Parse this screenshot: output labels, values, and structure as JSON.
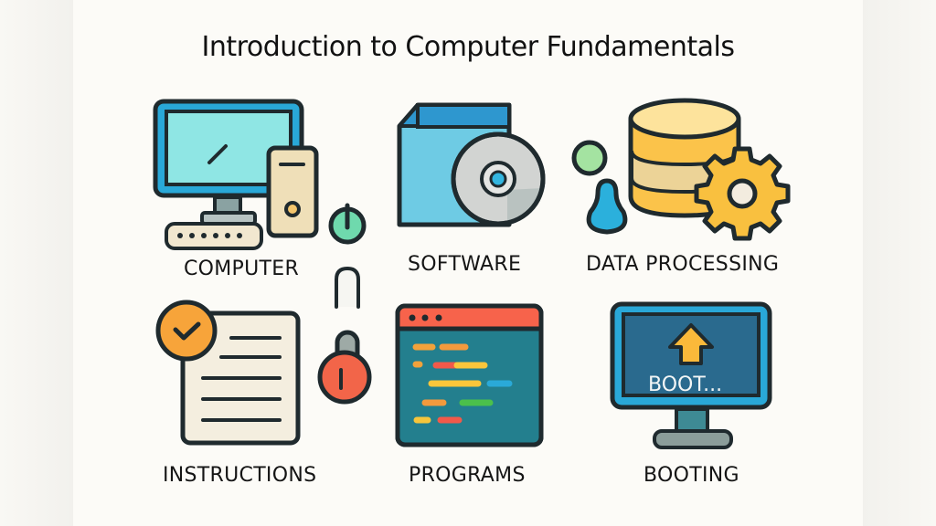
{
  "title": "Introduction to Computer Fundamentals",
  "tiles": [
    {
      "id": "computer",
      "label": "COMPUTER",
      "icon": "desktop-computer-icon"
    },
    {
      "id": "software",
      "label": "SOFTWARE",
      "icon": "software-box-disc-icon"
    },
    {
      "id": "data-processing",
      "label": "DATA PROCESSING",
      "icon": "database-gear-icon"
    },
    {
      "id": "instructions",
      "label": "INSTRUCTIONS",
      "icon": "checklist-document-icon"
    },
    {
      "id": "programs",
      "label": "PROGRAMS",
      "icon": "code-window-icon"
    },
    {
      "id": "booting",
      "label": "BOOTING",
      "icon": "boot-monitor-icon"
    }
  ],
  "boot_screen_text": "BOOT...",
  "decorations": [
    "power-icon",
    "lock-shackle-icon",
    "padlock-icon",
    "green-dot-icon",
    "person-icon"
  ],
  "colors": {
    "outline": "#1f2a2e",
    "monitor_blue": "#29a8d8",
    "screen_cyan": "#8fe6e4",
    "tower_beige": "#efdfb8",
    "box_blue": "#6ecbe4",
    "disc_gray": "#d2d4d2",
    "db_yellow": "#fbc34a",
    "gear_yellow": "#f9c03f",
    "check_orange": "#f7a43a",
    "power_green": "#6fd9ad",
    "lock_red": "#f26549",
    "code_bg": "#237f8e",
    "boot_screen": "#2a6a8e"
  }
}
